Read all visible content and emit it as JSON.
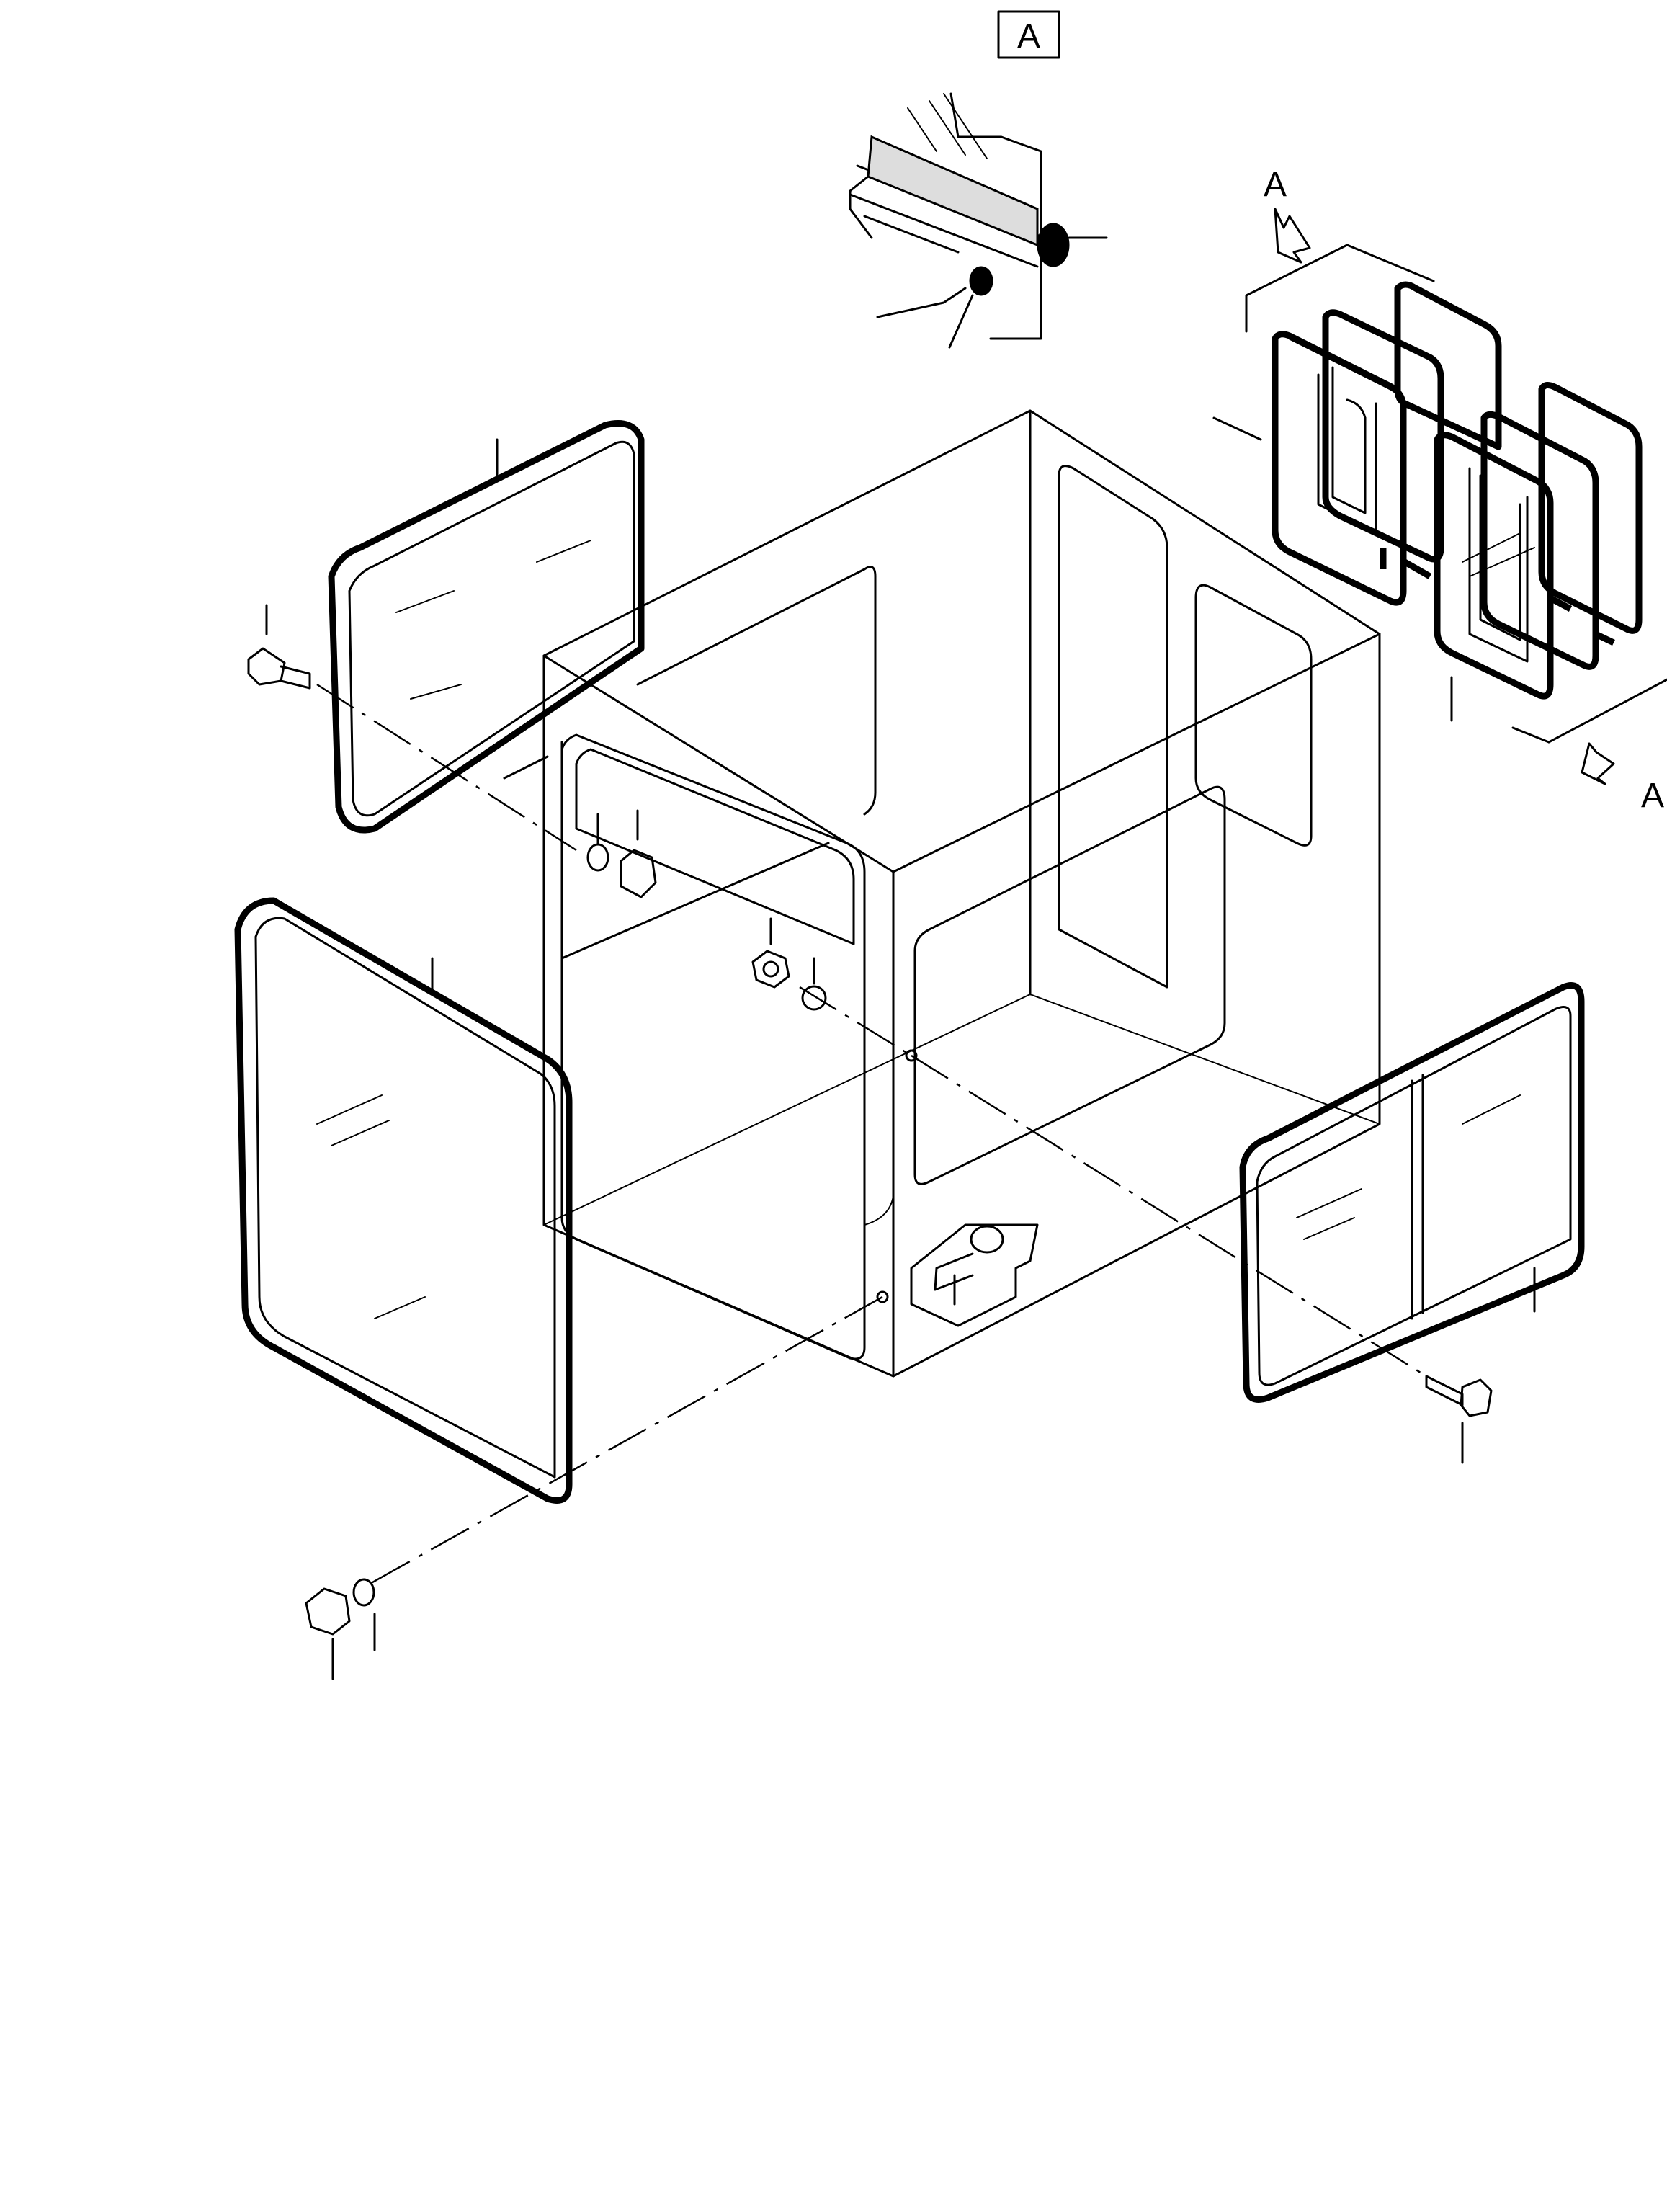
{
  "detail_label": "A",
  "view_arrow_labels": [
    "A",
    "A"
  ]
}
